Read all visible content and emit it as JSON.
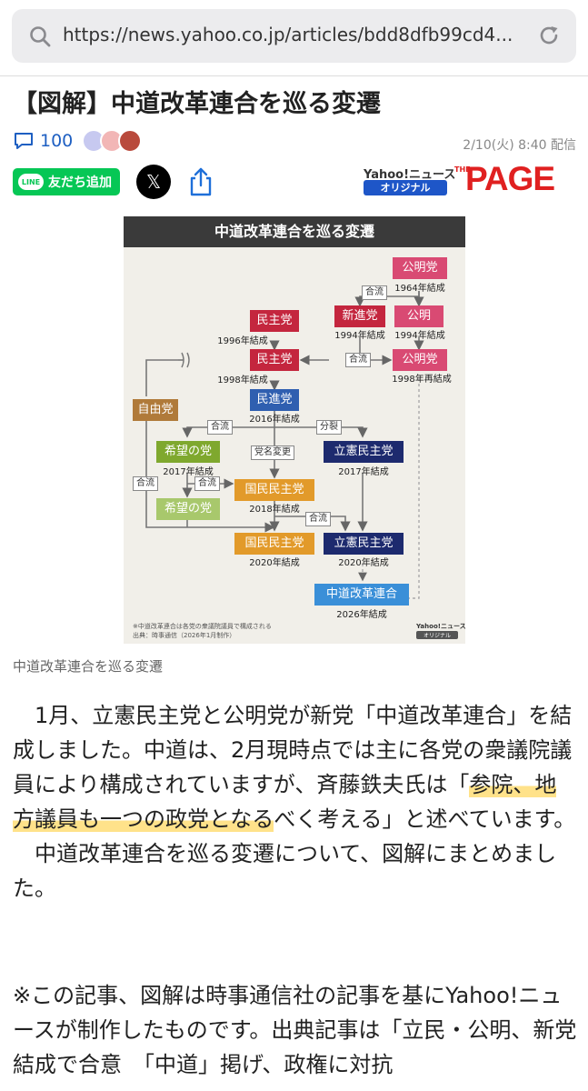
{
  "browser": {
    "url": "https://news.yahoo.co.jp/articles/bdd8dfb99cd4..."
  },
  "article": {
    "headline": "【図解】中道改革連合を巡る変遷",
    "comment_count": "100",
    "date": "2/10(火) 8:40 配信",
    "line_button": "友だち追加",
    "line_logo": "LINE",
    "x_logo": "𝕏",
    "brand_yahoo": "Yahoo!ニュース",
    "brand_original": "オリジナル",
    "brand_the": "THE",
    "brand_page": "PAGE",
    "caption": "中道改革連合を巡る変遷",
    "paragraph1_a": "　1月、立憲民主党と公明党が新党「中道改革連合」を結成しました。中道は、2月現時点では主に各党の衆議院議員により構成されていますが、斉藤鉄夫氏は「",
    "paragraph1_hl": "参院、地方議員も一つの政党となる",
    "paragraph1_b": "べく考える」と述べています。",
    "paragraph2": "　中道改革連合を巡る変遷について、図解にまとめました。",
    "note": "※この記事、図解は時事通信社の記事を基にYahoo!ニュースが制作したものです。出典記事は「立民・公明、新党結成で合意　「中道」掲げ、政権に対抗"
  },
  "figure": {
    "title": "中道改革連合を巡る変遷",
    "parties": {
      "komei1": "公明党",
      "komei1_year": "1964年結成",
      "shinshin": "新進党",
      "shinshin_year": "1994年結成",
      "komei2": "公明",
      "komei2_year": "1994年結成",
      "komei3": "公明党",
      "komei3_year": "1998年再結成",
      "minshu1": "民主党",
      "minshu1_year": "1996年結成",
      "minshu2": "民主党",
      "minshu2_year": "1998年結成",
      "jiyu": "自由党",
      "minshin": "民進党",
      "minshin_year": "2016年結成",
      "kibou1": "希望の党",
      "kibou1_year": "2017年結成",
      "kibou2": "希望の党",
      "rikken1": "立憲民主党",
      "rikken1_year": "2017年結成",
      "kokumin1": "国民民主党",
      "kokumin1_year": "2018年結成",
      "kokumin2": "国民民主党",
      "kokumin2_year": "2020年結成",
      "rikken2": "立憲民主党",
      "rikken2_year": "2020年結成",
      "chudo": "中道改革連合",
      "chudo_year": "2026年結成"
    },
    "tags": {
      "goryu1": "合流",
      "goryu2": "合流",
      "goryu3": "合流",
      "goryu4": "合流",
      "goryu5": "合流",
      "goryu6": "合流",
      "bunretsu": "分裂",
      "tomeihenko": "党名変更"
    },
    "note_line1": "※中道改革連合は各党の衆議院議員で構成される",
    "note_line2": "出典：時事通信（2026年1月制作）",
    "logo_top": "Yahoo!ニュース",
    "logo_bottom": "オリジナル"
  },
  "colors": {
    "komei": "#d94a73",
    "minshu": "#c4263e",
    "minshin": "#2f5fb0",
    "jiyu": "#b07a3a",
    "kibou": "#7fa82e",
    "rikken": "#1d2a6e",
    "kokumin": "#e29a2a",
    "chudo": "#3a8fd8",
    "line": "#06c755",
    "highlight": "#ffe28a"
  }
}
